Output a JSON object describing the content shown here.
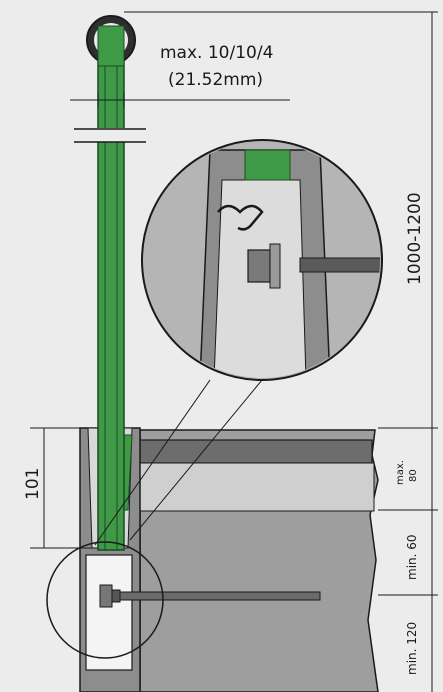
{
  "diagram": {
    "glass_thickness_label": "max. 10/10/4",
    "glass_thickness_mm": "(21.52mm)",
    "height_range_label": "1000-1200",
    "profile_depth_label": "101",
    "max_label_line1": "max.",
    "max_label_line2": "80",
    "min_60_label": "min. 60",
    "min_120_label": "min. 120"
  },
  "colors": {
    "background": "#ececec",
    "glass": "#3f9a48",
    "glass_edge": "#1c4a22",
    "profile": "#8d8d8d",
    "slab": "#9e9e9e",
    "slab_top": "#6d6d6d",
    "outline": "#1a1a1a"
  }
}
